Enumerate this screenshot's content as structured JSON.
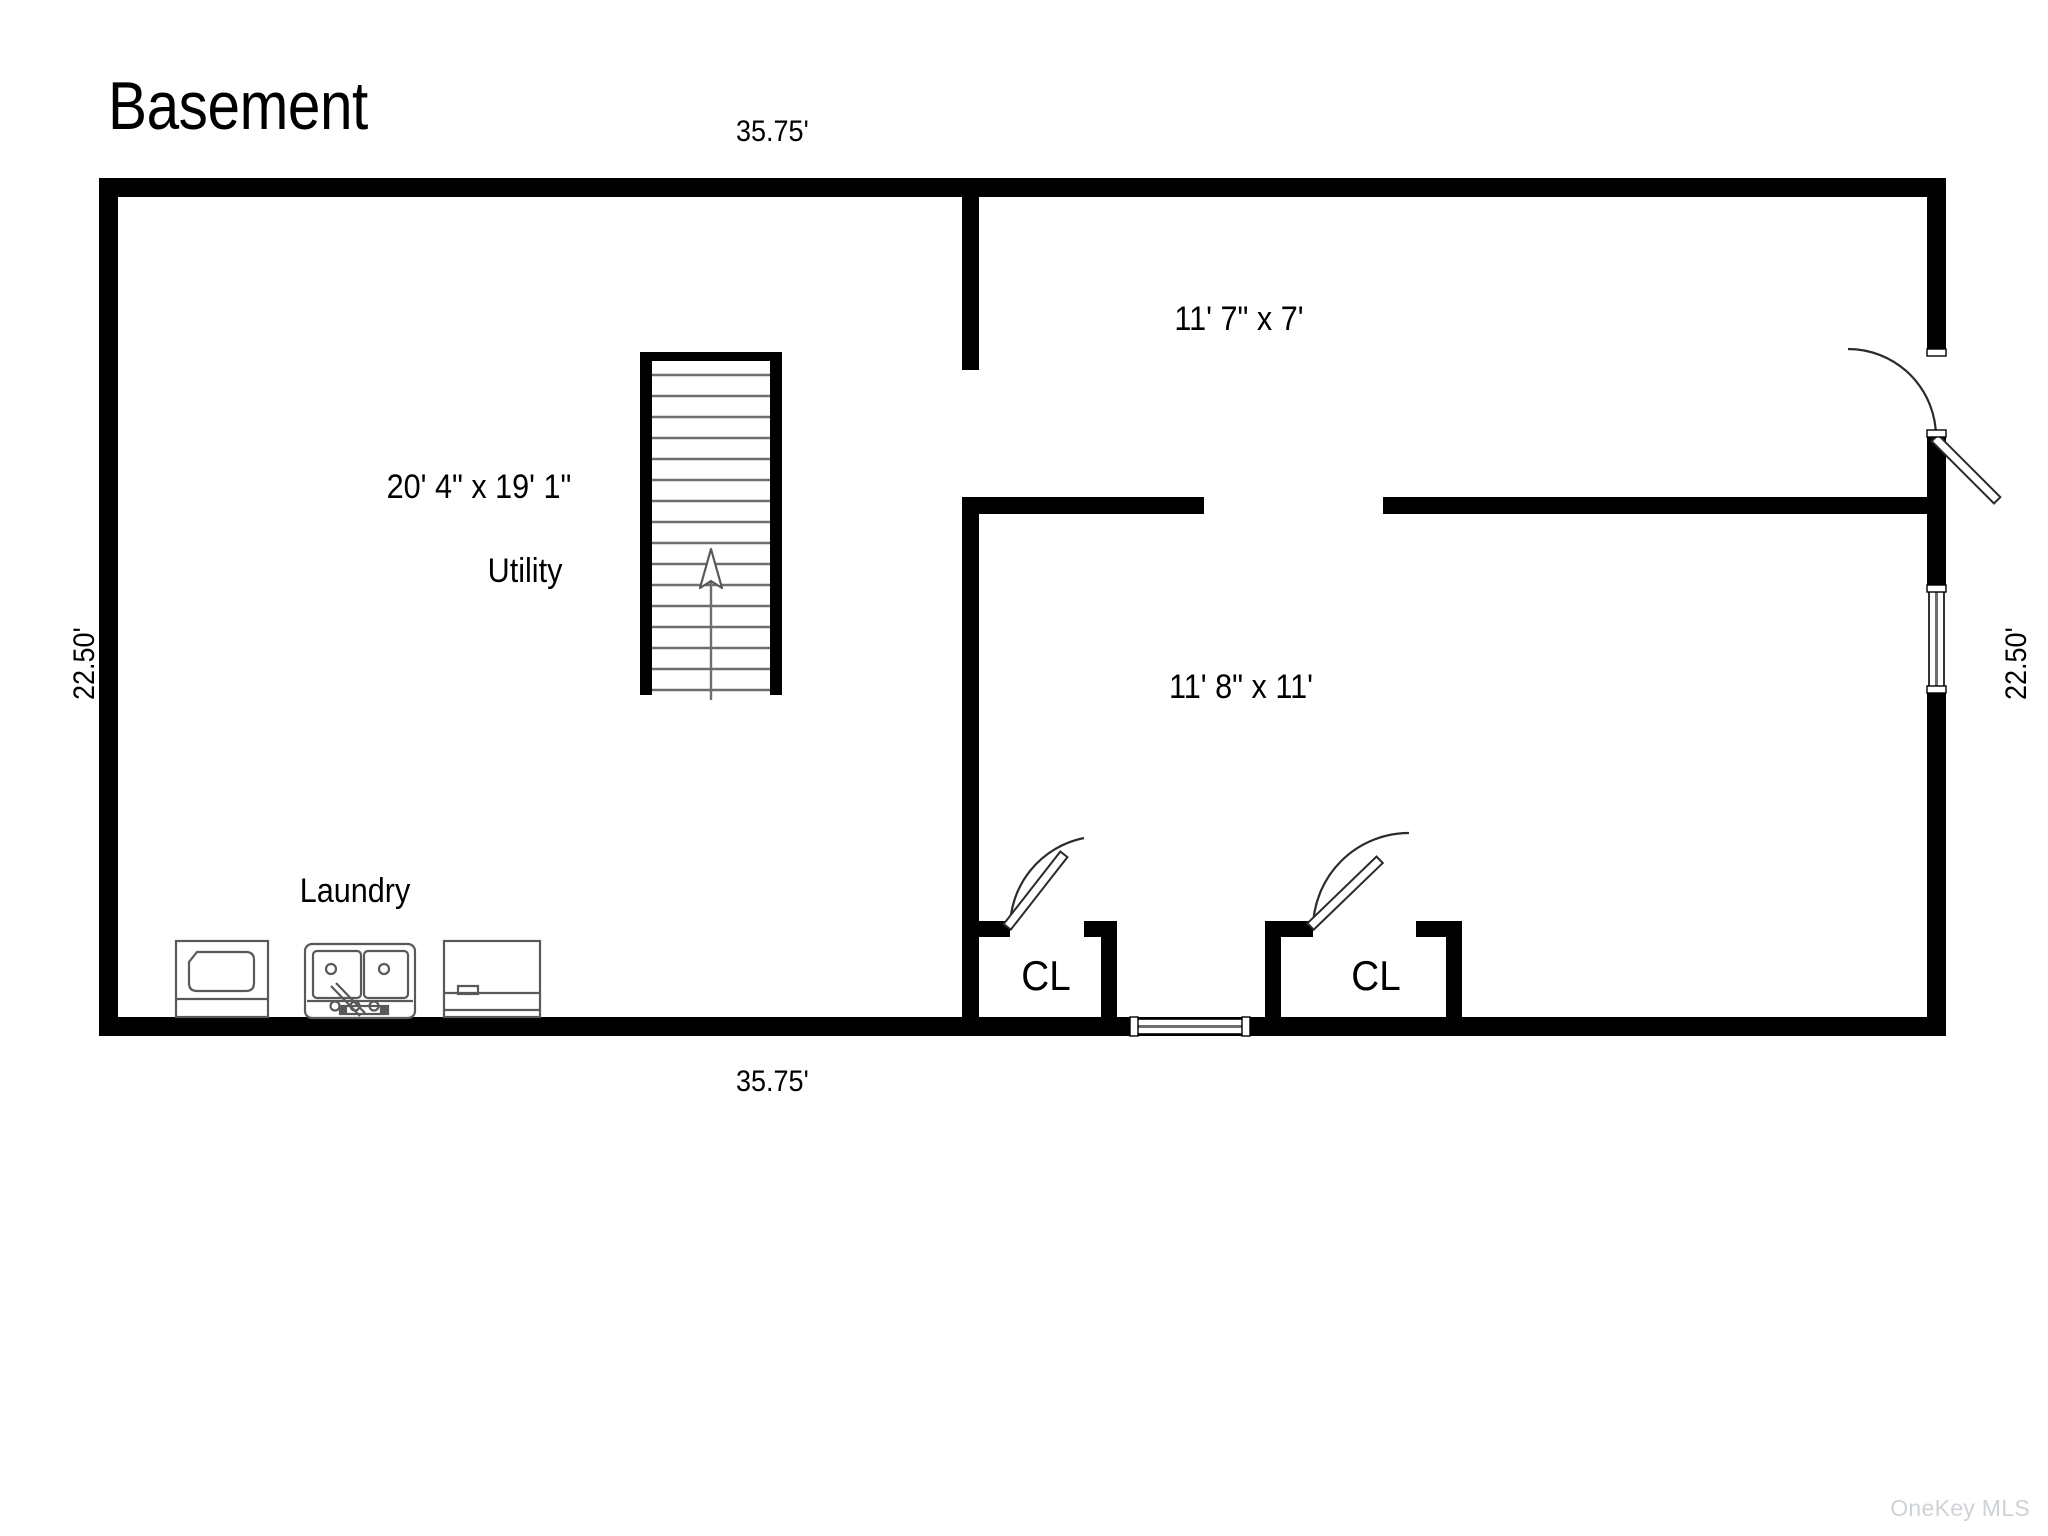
{
  "plan": {
    "title": "Basement",
    "watermark": "OneKey MLS",
    "wall_color": "#000000",
    "background_color": "#ffffff",
    "fixture_stroke_color": "#58595b",
    "watermark_color": "#cfd2d6"
  },
  "dimensions": {
    "top": "35.75'",
    "bottom": "35.75'",
    "left": "22.50'",
    "right": "22.50'"
  },
  "rooms": [
    {
      "name": "utility",
      "dims_label": "20' 4\" x 19' 1\"",
      "name_label": "Utility"
    },
    {
      "name": "laundry",
      "name_label": "Laundry"
    },
    {
      "name": "upper-right-room",
      "dims_label": "11' 7\" x 7'"
    },
    {
      "name": "lower-right-room",
      "dims_label": "11' 8\" x 11'"
    }
  ],
  "closets": [
    {
      "name": "closet-left",
      "label": "CL"
    },
    {
      "name": "closet-right",
      "label": "CL"
    }
  ],
  "fixtures": [
    {
      "name": "washer",
      "icon": "washer-icon"
    },
    {
      "name": "utility-sink",
      "icon": "double-sink-icon"
    },
    {
      "name": "dryer",
      "icon": "dryer-icon"
    }
  ],
  "features": {
    "staircase": {
      "name": "staircase",
      "direction": "up",
      "treads": 16
    },
    "doors": [
      {
        "name": "door-right-exterior",
        "swing": "inward"
      },
      {
        "name": "door-closet-left",
        "swing": "inward"
      },
      {
        "name": "door-closet-right",
        "swing": "inward"
      }
    ],
    "windows": [
      {
        "name": "window-right-wall",
        "orientation": "vertical"
      },
      {
        "name": "window-bottom-wall",
        "orientation": "horizontal"
      }
    ]
  }
}
